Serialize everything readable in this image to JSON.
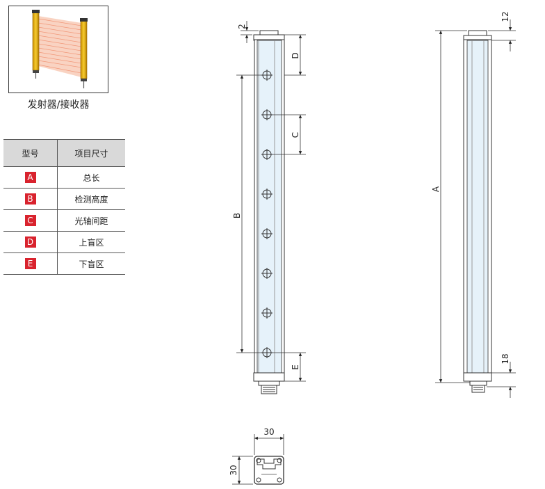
{
  "photo": {
    "caption": "发射器/接收器"
  },
  "table": {
    "header_code": "型号",
    "header_desc": "项目尺寸",
    "rows": [
      {
        "code": "A",
        "desc": "总长"
      },
      {
        "code": "B",
        "desc": "检测高度"
      },
      {
        "code": "C",
        "desc": "光轴间距"
      },
      {
        "code": "D",
        "desc": "上盲区"
      },
      {
        "code": "E",
        "desc": "下盲区"
      }
    ]
  },
  "dimensions": {
    "front_top_gap": "2",
    "front_D": "D",
    "front_C": "C",
    "front_B": "B",
    "front_E": "E",
    "side_A": "A",
    "side_top": "12",
    "side_bottom": "18",
    "section_width": "30",
    "section_height": "30"
  },
  "colors": {
    "badge": "#d9232e",
    "beam": "#f4a98c",
    "housing": "#e8b500",
    "tube_fill": "#e6f2fa"
  }
}
